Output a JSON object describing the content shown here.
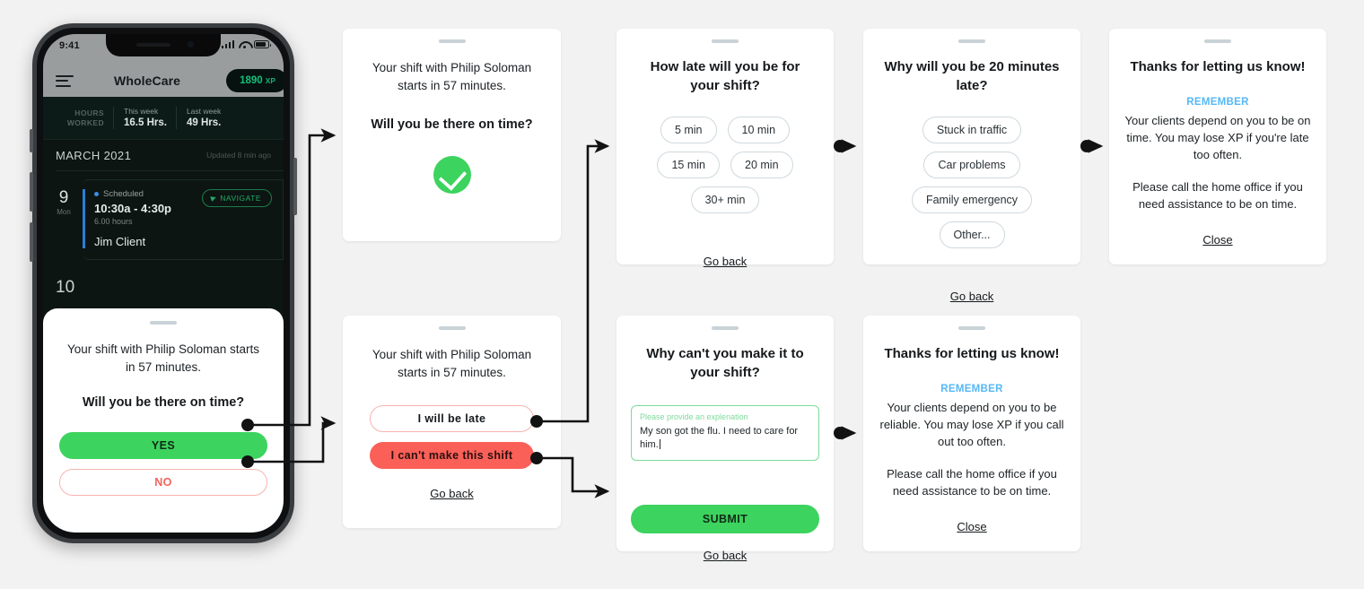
{
  "phone": {
    "status": {
      "time": "9:41",
      "signal_icon": "signal-bars-icon",
      "wifi_icon": "wifi-icon",
      "battery_icon": "battery-icon"
    },
    "appbar": {
      "menu_icon": "hamburger-menu-icon",
      "title": "WholeCare",
      "xp_value": "1890",
      "xp_unit": "XP"
    },
    "hours": {
      "label_line1": "HOURS",
      "label_line2": "WORKED",
      "cells": [
        {
          "key": "This week",
          "value": "16.5 Hrs."
        },
        {
          "key": "Last week",
          "value": "49 Hrs."
        }
      ]
    },
    "month": {
      "title": "MARCH 2021",
      "updated": "Updated 8 min ago"
    },
    "schedule": {
      "day_number": "9",
      "day_name": "Mon",
      "status": "Scheduled",
      "time_range": "10:30a - 4:30p",
      "duration": "6.00 hours",
      "client": "Jim Client",
      "navigate_label": "NAVIGATE",
      "navigate_icon": "navigation-arrow-icon"
    },
    "next_day": "10",
    "sheet": {
      "grab_handle": "drag-handle",
      "subtitle": "Your shift with Philip Soloman starts in 57 minutes.",
      "question": "Will you be there on time?",
      "yes_label": "YES",
      "no_label": "NO"
    }
  },
  "cards": {
    "on_time_confirm": {
      "grab_handle": "drag-handle",
      "subtitle": "Your shift with Philip Soloman starts in 57 minutes.",
      "question": "Will you be there on time?",
      "confirm_icon": "green-check-circle-icon"
    },
    "how_late": {
      "grab_handle": "drag-handle",
      "title": "How late will you be for your shift?",
      "options": [
        "5 min",
        "10 min",
        "15 min",
        "20 min",
        "30+ min"
      ],
      "go_back": "Go back"
    },
    "why_late": {
      "grab_handle": "drag-handle",
      "title": "Why will you be 20 minutes late?",
      "options": [
        "Stuck in traffic",
        "Car problems",
        "Family emergency",
        "Other..."
      ],
      "go_back": "Go back"
    },
    "thanks_late": {
      "grab_handle": "drag-handle",
      "title": "Thanks for letting us know!",
      "remember_label": "REMEMBER",
      "body1": "Your clients depend on you to be on time. You may lose XP if you're late too often.",
      "body2": "Please call the home office if you need assistance to be on time.",
      "close": "Close"
    },
    "choose_late_or_cant": {
      "grab_handle": "drag-handle",
      "subtitle": "Your shift with Philip Soloman starts in 57 minutes.",
      "late_label": "I will be late",
      "cant_label": "I can't make this shift",
      "go_back": "Go back"
    },
    "why_cant": {
      "grab_handle": "drag-handle",
      "title": "Why can't you make it to your shift?",
      "textarea_placeholder": "Please provide an explenation",
      "textarea_value": "My son got the flu. I need to care for him.",
      "submit_label": "SUBMIT",
      "go_back": "Go back"
    },
    "thanks_cant": {
      "grab_handle": "drag-handle",
      "title": "Thanks for letting us know!",
      "remember_label": "REMEMBER",
      "body1": "Your clients depend on you to be reliable. You may lose XP if you call out too often.",
      "body2": "Please call the home office if you need assistance to be on time.",
      "close": "Close"
    }
  },
  "colors": {
    "green": "#3dd35f",
    "red": "#fa6058",
    "red_outline": "#f8b3b0",
    "blue_remember": "#56b8f5",
    "page_bg": "#f2f2f2",
    "connector": "#121212"
  }
}
